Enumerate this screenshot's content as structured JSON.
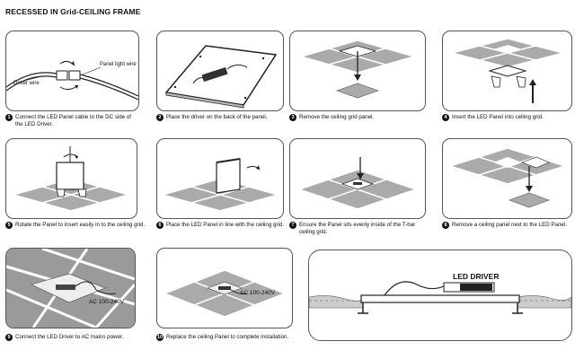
{
  "title": "RECESSED IN Grid-CEILING FRAME",
  "labels": {
    "panel_light_wire": "Panel light wire",
    "driver_wire": "Driver wire",
    "ac_voltage": "AC 100-240V",
    "led_driver": "LED DRIVER"
  },
  "steps": [
    {
      "num": "1",
      "text": "Connect the LED Panel cable to the DC side of the LED Driver."
    },
    {
      "num": "2",
      "text": "Place the driver on the back of the panel."
    },
    {
      "num": "3",
      "text": "Remove the ceiling grid panel."
    },
    {
      "num": "4",
      "text": "Insert the LED Panel into ceiling grid."
    },
    {
      "num": "5",
      "text": "Rotate the Panel to insert easily in to the ceiling grid."
    },
    {
      "num": "6",
      "text": "Place the LED Panel in line with the ceiling grid."
    },
    {
      "num": "7",
      "text": "Ensure the Panel sits evenly inside of the T-bar ceiling grid."
    },
    {
      "num": "8",
      "text": "Remove a ceiling panel next to the LED Panel."
    },
    {
      "num": "9",
      "text": "Connect the LED Driver to AC mains power."
    },
    {
      "num": "10",
      "text": "Replace the ceiling Panel to complete installation."
    }
  ]
}
